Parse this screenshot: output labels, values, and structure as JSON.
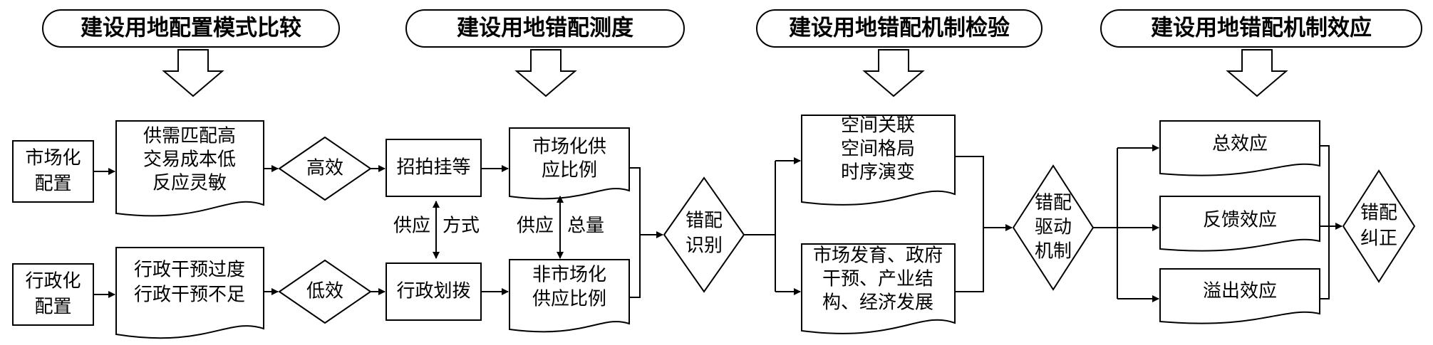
{
  "headers": {
    "h1": "建设用地配置模式比较",
    "h2": "建设用地错配测度",
    "h3": "建设用地错配机制检验",
    "h4": "建设用地错配机制效应"
  },
  "nodes": {
    "market_allocation": [
      "市场化",
      "配置"
    ],
    "admin_allocation": [
      "行政化",
      "配置"
    ],
    "market_features": [
      "供需匹配高",
      "交易成本低",
      "反应灵敏"
    ],
    "admin_features": [
      "行政干预过度",
      "行政干预不足"
    ],
    "high_efficiency": "高效",
    "low_efficiency": "低效",
    "auction_transfer": "招拍挂等",
    "admin_transfer": "行政划拨",
    "supply_mode_label": [
      "供应",
      "方式"
    ],
    "market_supply_ratio": [
      "市场化供",
      "应比例"
    ],
    "nonmarket_supply_ratio": [
      "非市场化",
      "供应比例"
    ],
    "supply_total_label": [
      "供应",
      "总量"
    ],
    "mismatch_identification": [
      "错配",
      "识别"
    ],
    "spatial_features": [
      "空间关联",
      "空间格局",
      "时序演变"
    ],
    "drivers": [
      "市场发育、政府",
      "干预、产业结",
      "构、经济发展"
    ],
    "driving_mechanism": [
      "错配",
      "驱动",
      "机制"
    ],
    "total_effect": "总效应",
    "feedback_effect": "反馈效应",
    "spillover_effect": "溢出效应",
    "mismatch_correction": [
      "错配",
      "纠正"
    ]
  }
}
